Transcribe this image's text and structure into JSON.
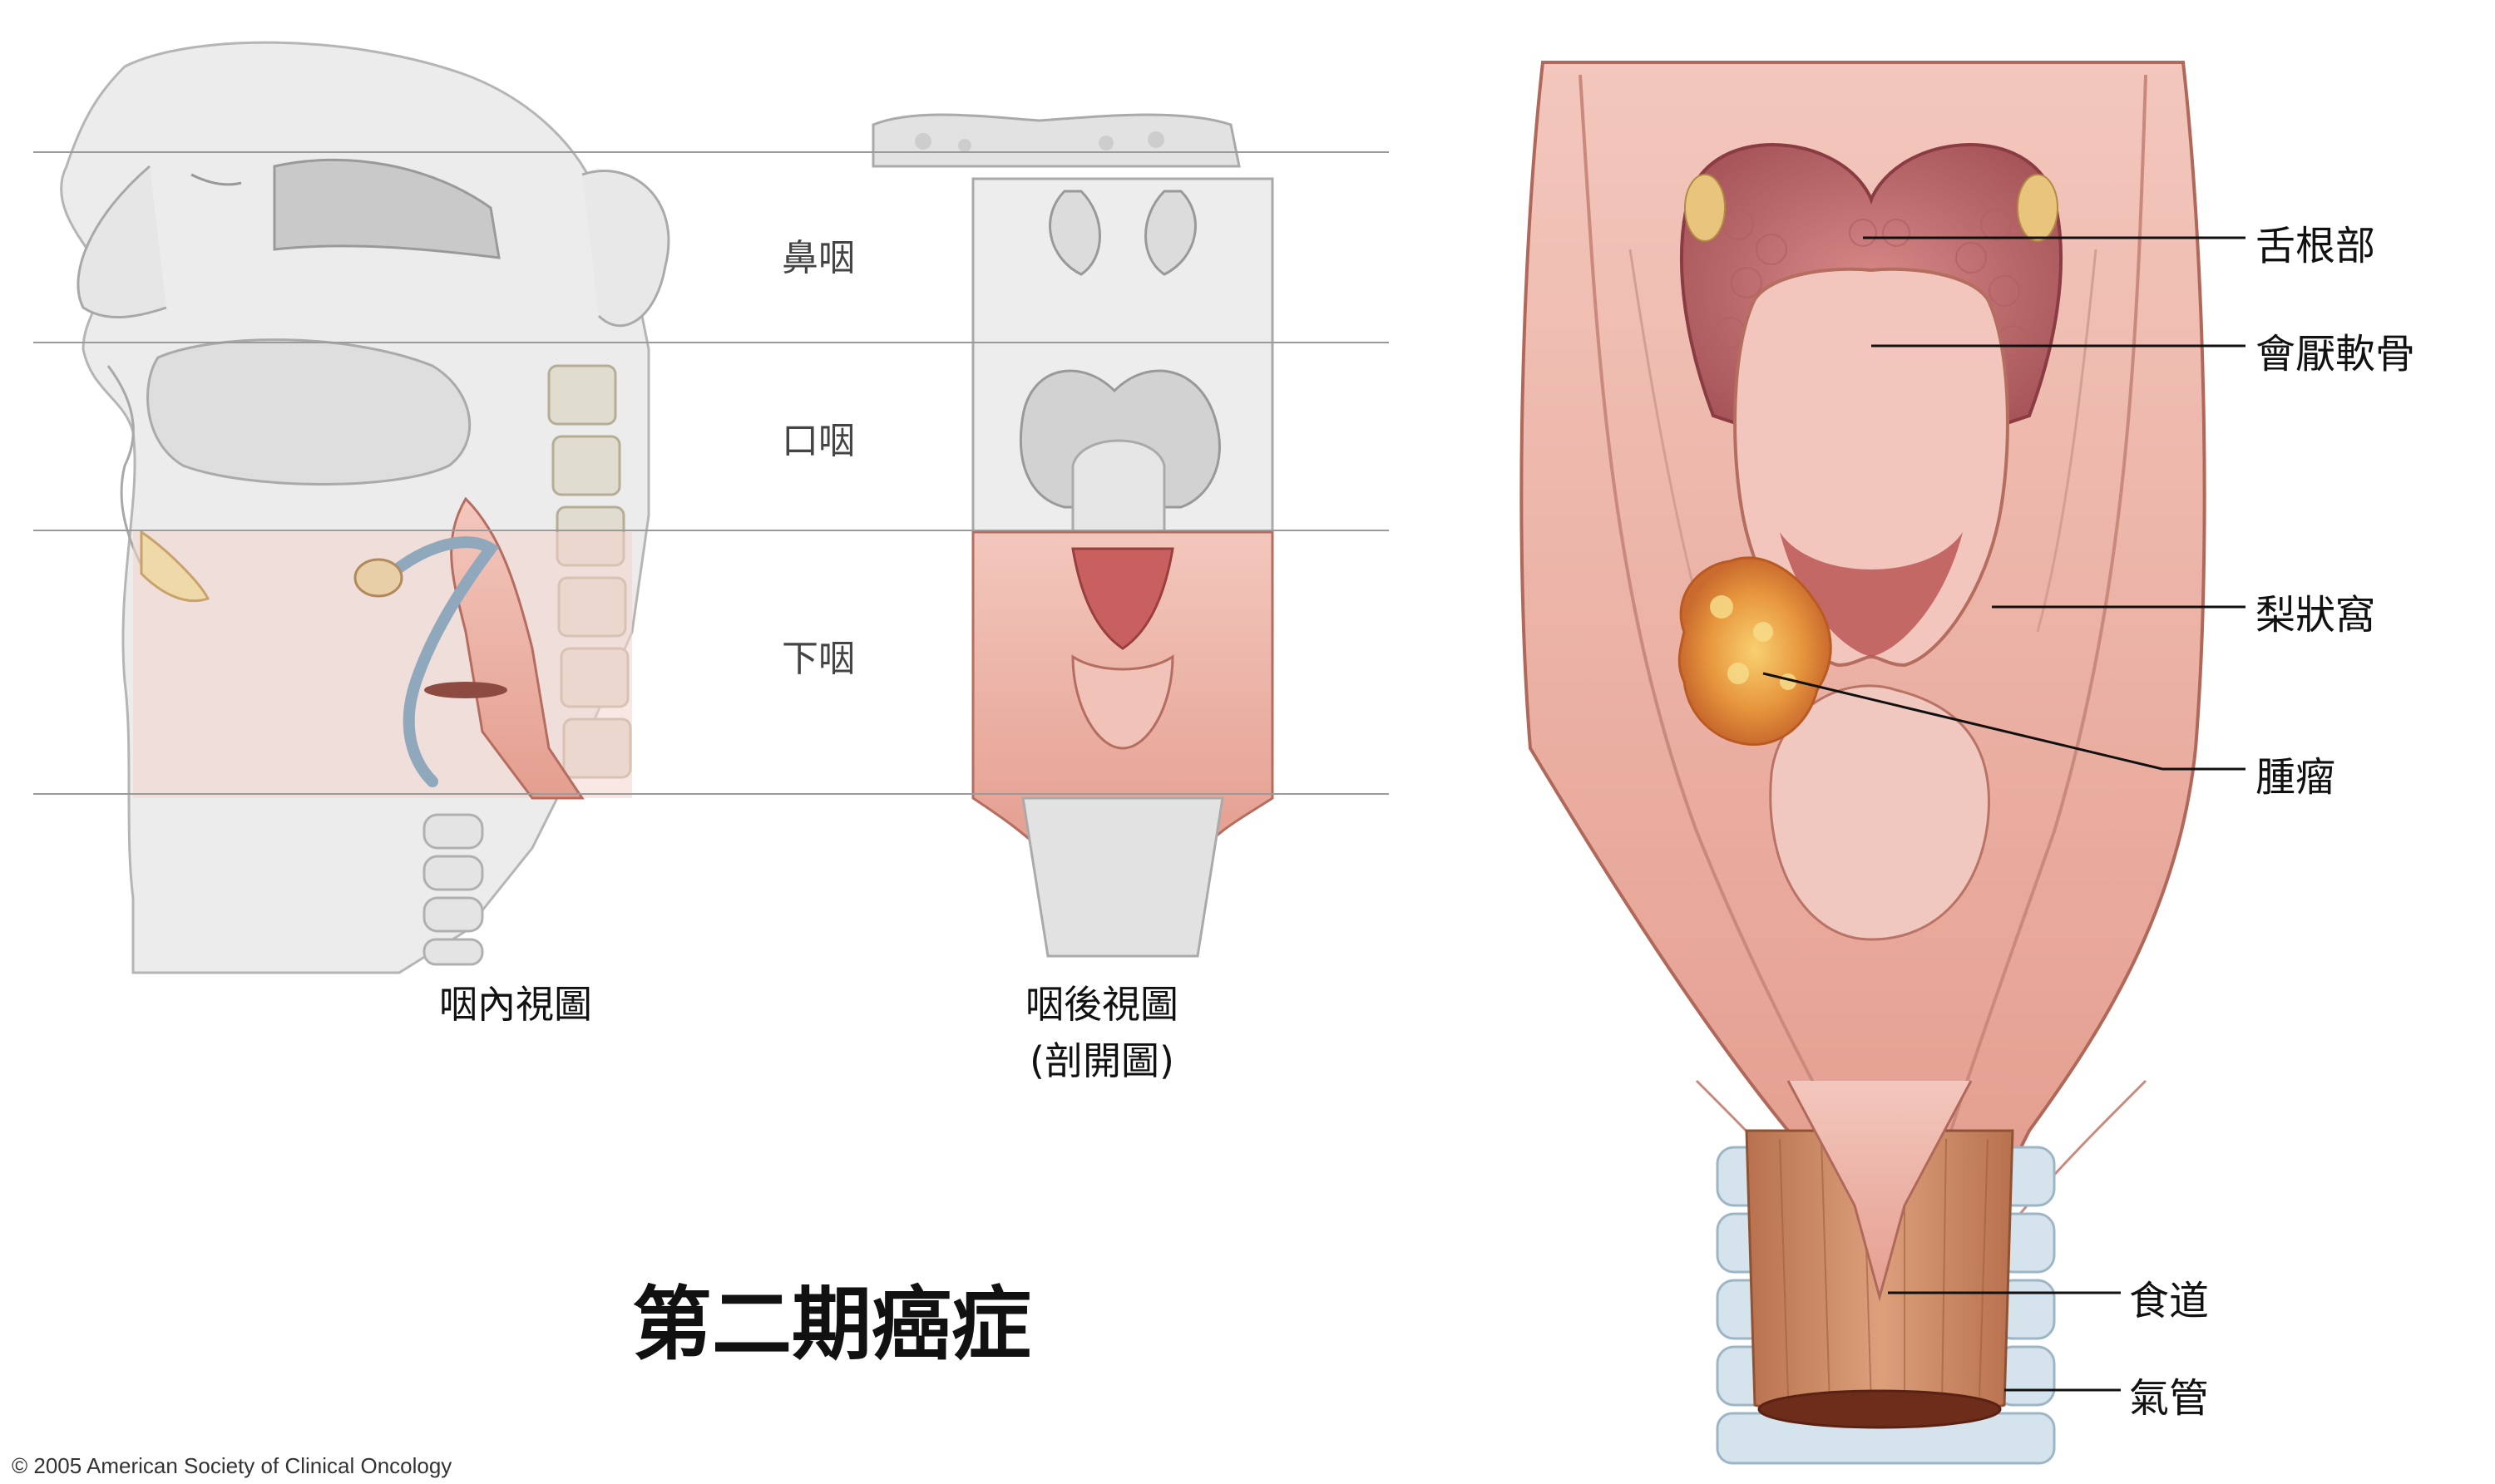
{
  "regions": {
    "nasopharynx": "鼻咽",
    "oropharynx": "口咽",
    "hypopharynx": "下咽"
  },
  "captions": {
    "side_view": "咽內視圖",
    "back_view_line1": "咽後視圖",
    "back_view_line2": "(剖開圖)"
  },
  "title": "第二期癌症",
  "labels": {
    "base_of_tongue": "舌根部",
    "epiglottis": "會厭軟骨",
    "pyriform_sinus": "梨狀窩",
    "tumor": "腫瘤",
    "esophagus": "食道",
    "trachea": "氣管"
  },
  "copyright": "© 2005 American Society of Clinical Oncology"
}
